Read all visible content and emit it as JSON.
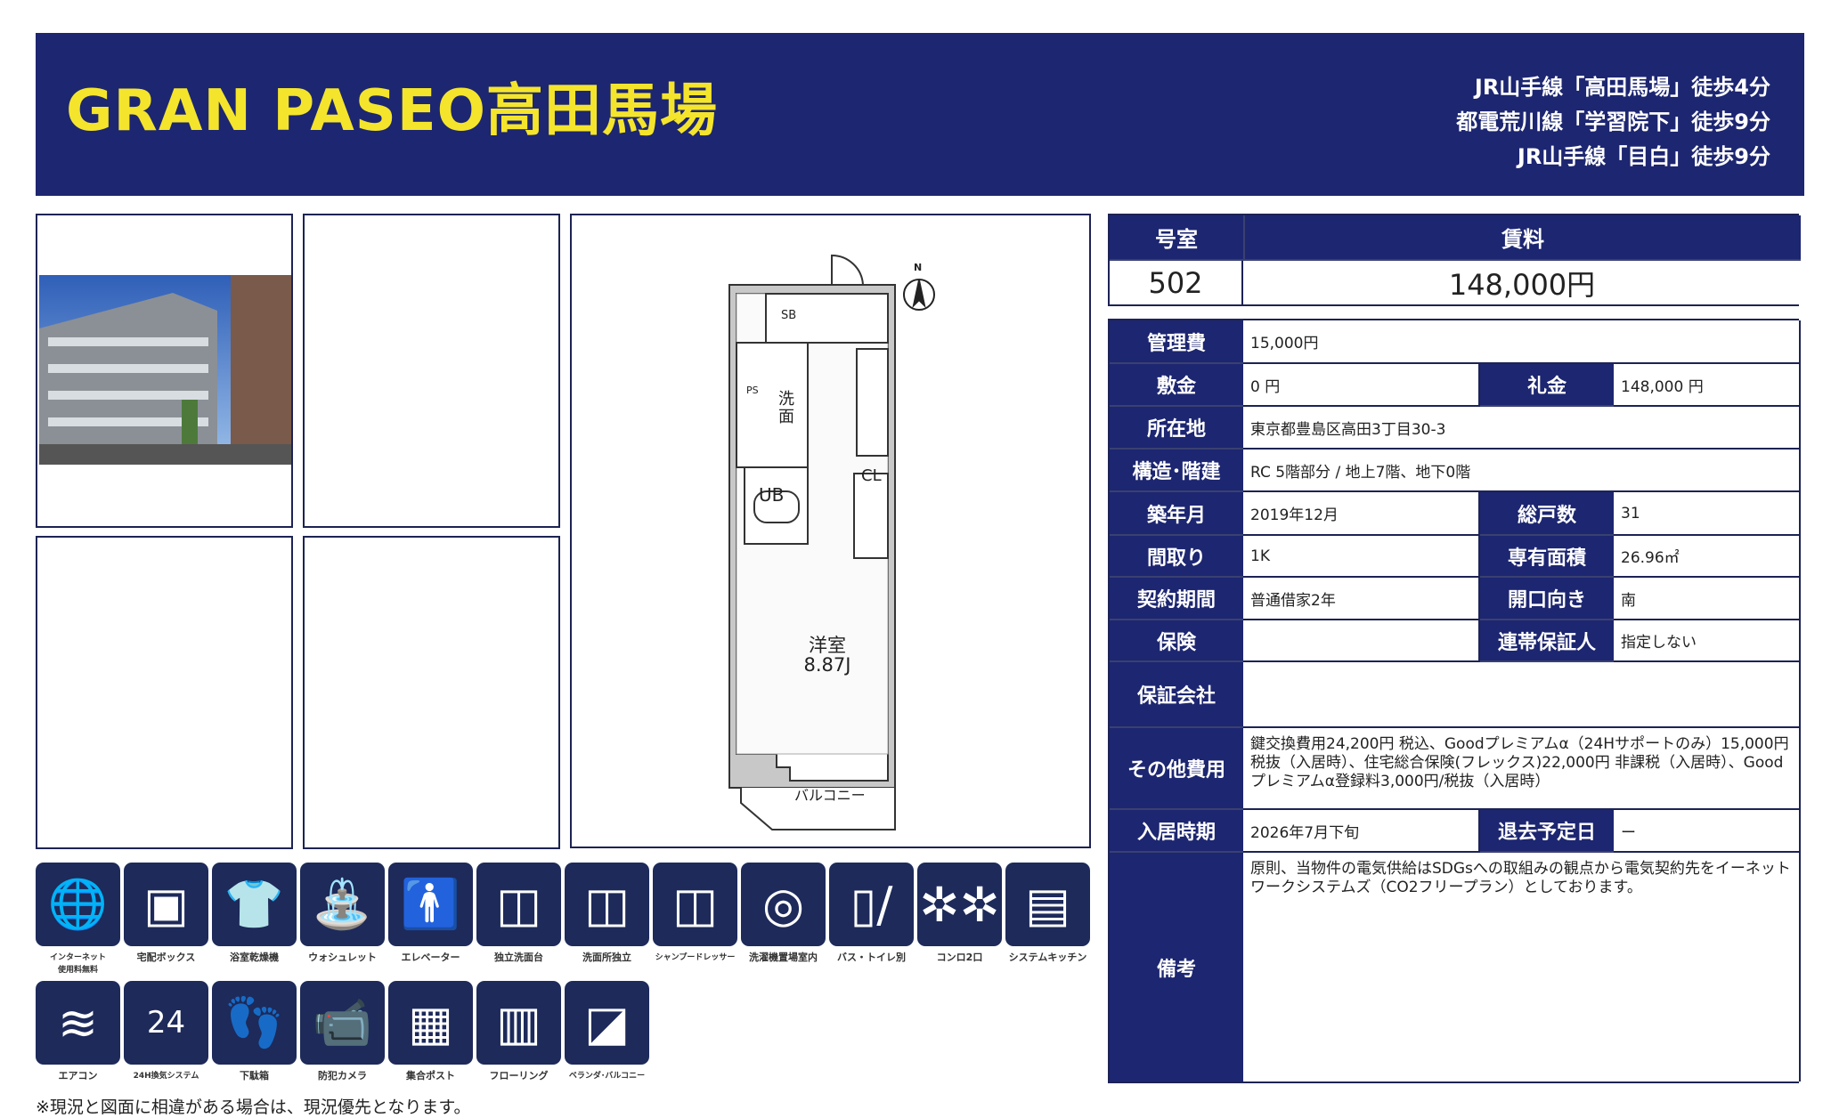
{
  "header": {
    "title": "GRAN PASEO高田馬場",
    "access": [
      "JR山手線「高田馬場」徒歩4分",
      "都電荒川線「学習院下」徒歩9分",
      "JR山手線「目白」徒歩9分"
    ]
  },
  "floor_plan": {
    "room_label": "洋室",
    "room_size": "8.87J",
    "sb": "SB",
    "ps": "PS",
    "washroom": "洗\n面",
    "ub": "UB",
    "cl": "CL",
    "balcony": "バルコニー",
    "north": "N"
  },
  "summary": {
    "room_label": "号室",
    "rent_label": "賃料",
    "room": "502",
    "rent": "148,000円"
  },
  "details": {
    "kanri_label": "管理費",
    "kanri": "15,000円",
    "shikikin_label": "敷金",
    "shikikin": "0 円",
    "reikin_label": "礼金",
    "reikin": "148,000 円",
    "address_label": "所在地",
    "address": "東京都豊島区高田3丁目30-3",
    "structure_label": "構造･階建",
    "structure": "RC 5階部分 / 地上7階、地下0階",
    "built_label": "築年月",
    "built": "2019年12月",
    "units_label": "総戸数",
    "units": "31",
    "layout_label": "間取り",
    "layout": "1K",
    "area_label": "専有面積",
    "area": "26.96㎡",
    "contract_label": "契約期間",
    "contract": "普通借家2年",
    "facing_label": "開口向き",
    "facing": "南",
    "insurance_label": "保険",
    "insurance": "",
    "guarantor_label": "連帯保証人",
    "guarantor": "指定しない",
    "guarantee_co_label": "保証会社",
    "guarantee_co": "",
    "other_label": "その他費用",
    "other": "鍵交換費用24,200円 税込、Goodプレミアムα（24Hサポートのみ）15,000円税抜（入居時）、住宅総合保険(フレックス)22,000円 非課税（入居時）、Goodプレミアムα登録料3,000円/税抜（入居時）",
    "movein_label": "入居時期",
    "movein": "2026年7月下旬",
    "moveout_label": "退去予定日",
    "moveout": "ー",
    "remarks_label": "備考",
    "remarks": "原則、当物件の電気供給はSDGsへの取組みの観点から電気契約先をイーネットワークシステムズ（CO2フリープラン）としております。"
  },
  "amenities": [
    {
      "label": "インターネット\n使用料無料",
      "icon": "laptop-globe",
      "glyph": "🌐"
    },
    {
      "label": "宅配ボックス",
      "icon": "delivery-box",
      "glyph": "▣"
    },
    {
      "label": "浴室乾燥機",
      "icon": "bathroom-dryer",
      "glyph": "👕"
    },
    {
      "label": "ウォシュレット",
      "icon": "washlet",
      "glyph": "⛲"
    },
    {
      "label": "エレベーター",
      "icon": "elevator",
      "glyph": "🚹"
    },
    {
      "label": "独立洗面台",
      "icon": "vanity",
      "glyph": "◫"
    },
    {
      "label": "洗面所独立",
      "icon": "washroom",
      "glyph": "◫"
    },
    {
      "label": "シャンプードレッサー",
      "icon": "shampoo-dresser",
      "glyph": "◫"
    },
    {
      "label": "洗濯機置場室内",
      "icon": "washing-machine",
      "glyph": "◎"
    },
    {
      "label": "バス・トイレ別",
      "icon": "bath-toilet-separate",
      "glyph": "▯/"
    },
    {
      "label": "コンロ2口",
      "icon": "stove",
      "glyph": "✲✲"
    },
    {
      "label": "システムキッチン",
      "icon": "kitchen",
      "glyph": "▤"
    },
    {
      "label": "エアコン",
      "icon": "air-conditioner",
      "glyph": "≋"
    },
    {
      "label": "24H換気システム",
      "icon": "ventilation-24h",
      "glyph": "24"
    },
    {
      "label": "下駄箱",
      "icon": "shoe-box",
      "glyph": "👣"
    },
    {
      "label": "防犯カメラ",
      "icon": "security-camera",
      "glyph": "📹"
    },
    {
      "label": "集合ポスト",
      "icon": "mailbox",
      "glyph": "▦"
    },
    {
      "label": "フローリング",
      "icon": "flooring",
      "glyph": "▥"
    },
    {
      "label": "ベランダ･バルコニー",
      "icon": "balcony",
      "glyph": "◪"
    }
  ],
  "footnote": "※現況と図面に相違がある場合は、現況優先となります。",
  "colors": {
    "navy": "#1d2670",
    "title_yellow": "#f4e52c"
  }
}
